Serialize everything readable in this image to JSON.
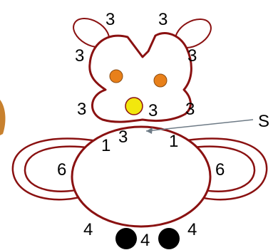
{
  "colors": {
    "outline": "#8a1111",
    "eye": "#e8801a",
    "nose": "#f2e70e",
    "foot": "#000000",
    "stray_mark": "#c8812e",
    "pointer_line": "#6e7b86"
  },
  "labels": {
    "left_ear": "3",
    "right_ear": "3",
    "head_upper_left": "3",
    "head_upper_right": "3",
    "head_lower_left": "3",
    "head_lower_right": "3",
    "muzzle": "3",
    "chin": "3",
    "body_top_left": "1",
    "body_top_right": "1",
    "left_arm": "6",
    "right_arm": "6",
    "bottom_left": "4",
    "bottom_center": "4",
    "bottom_right": "4",
    "pointer": "S"
  }
}
